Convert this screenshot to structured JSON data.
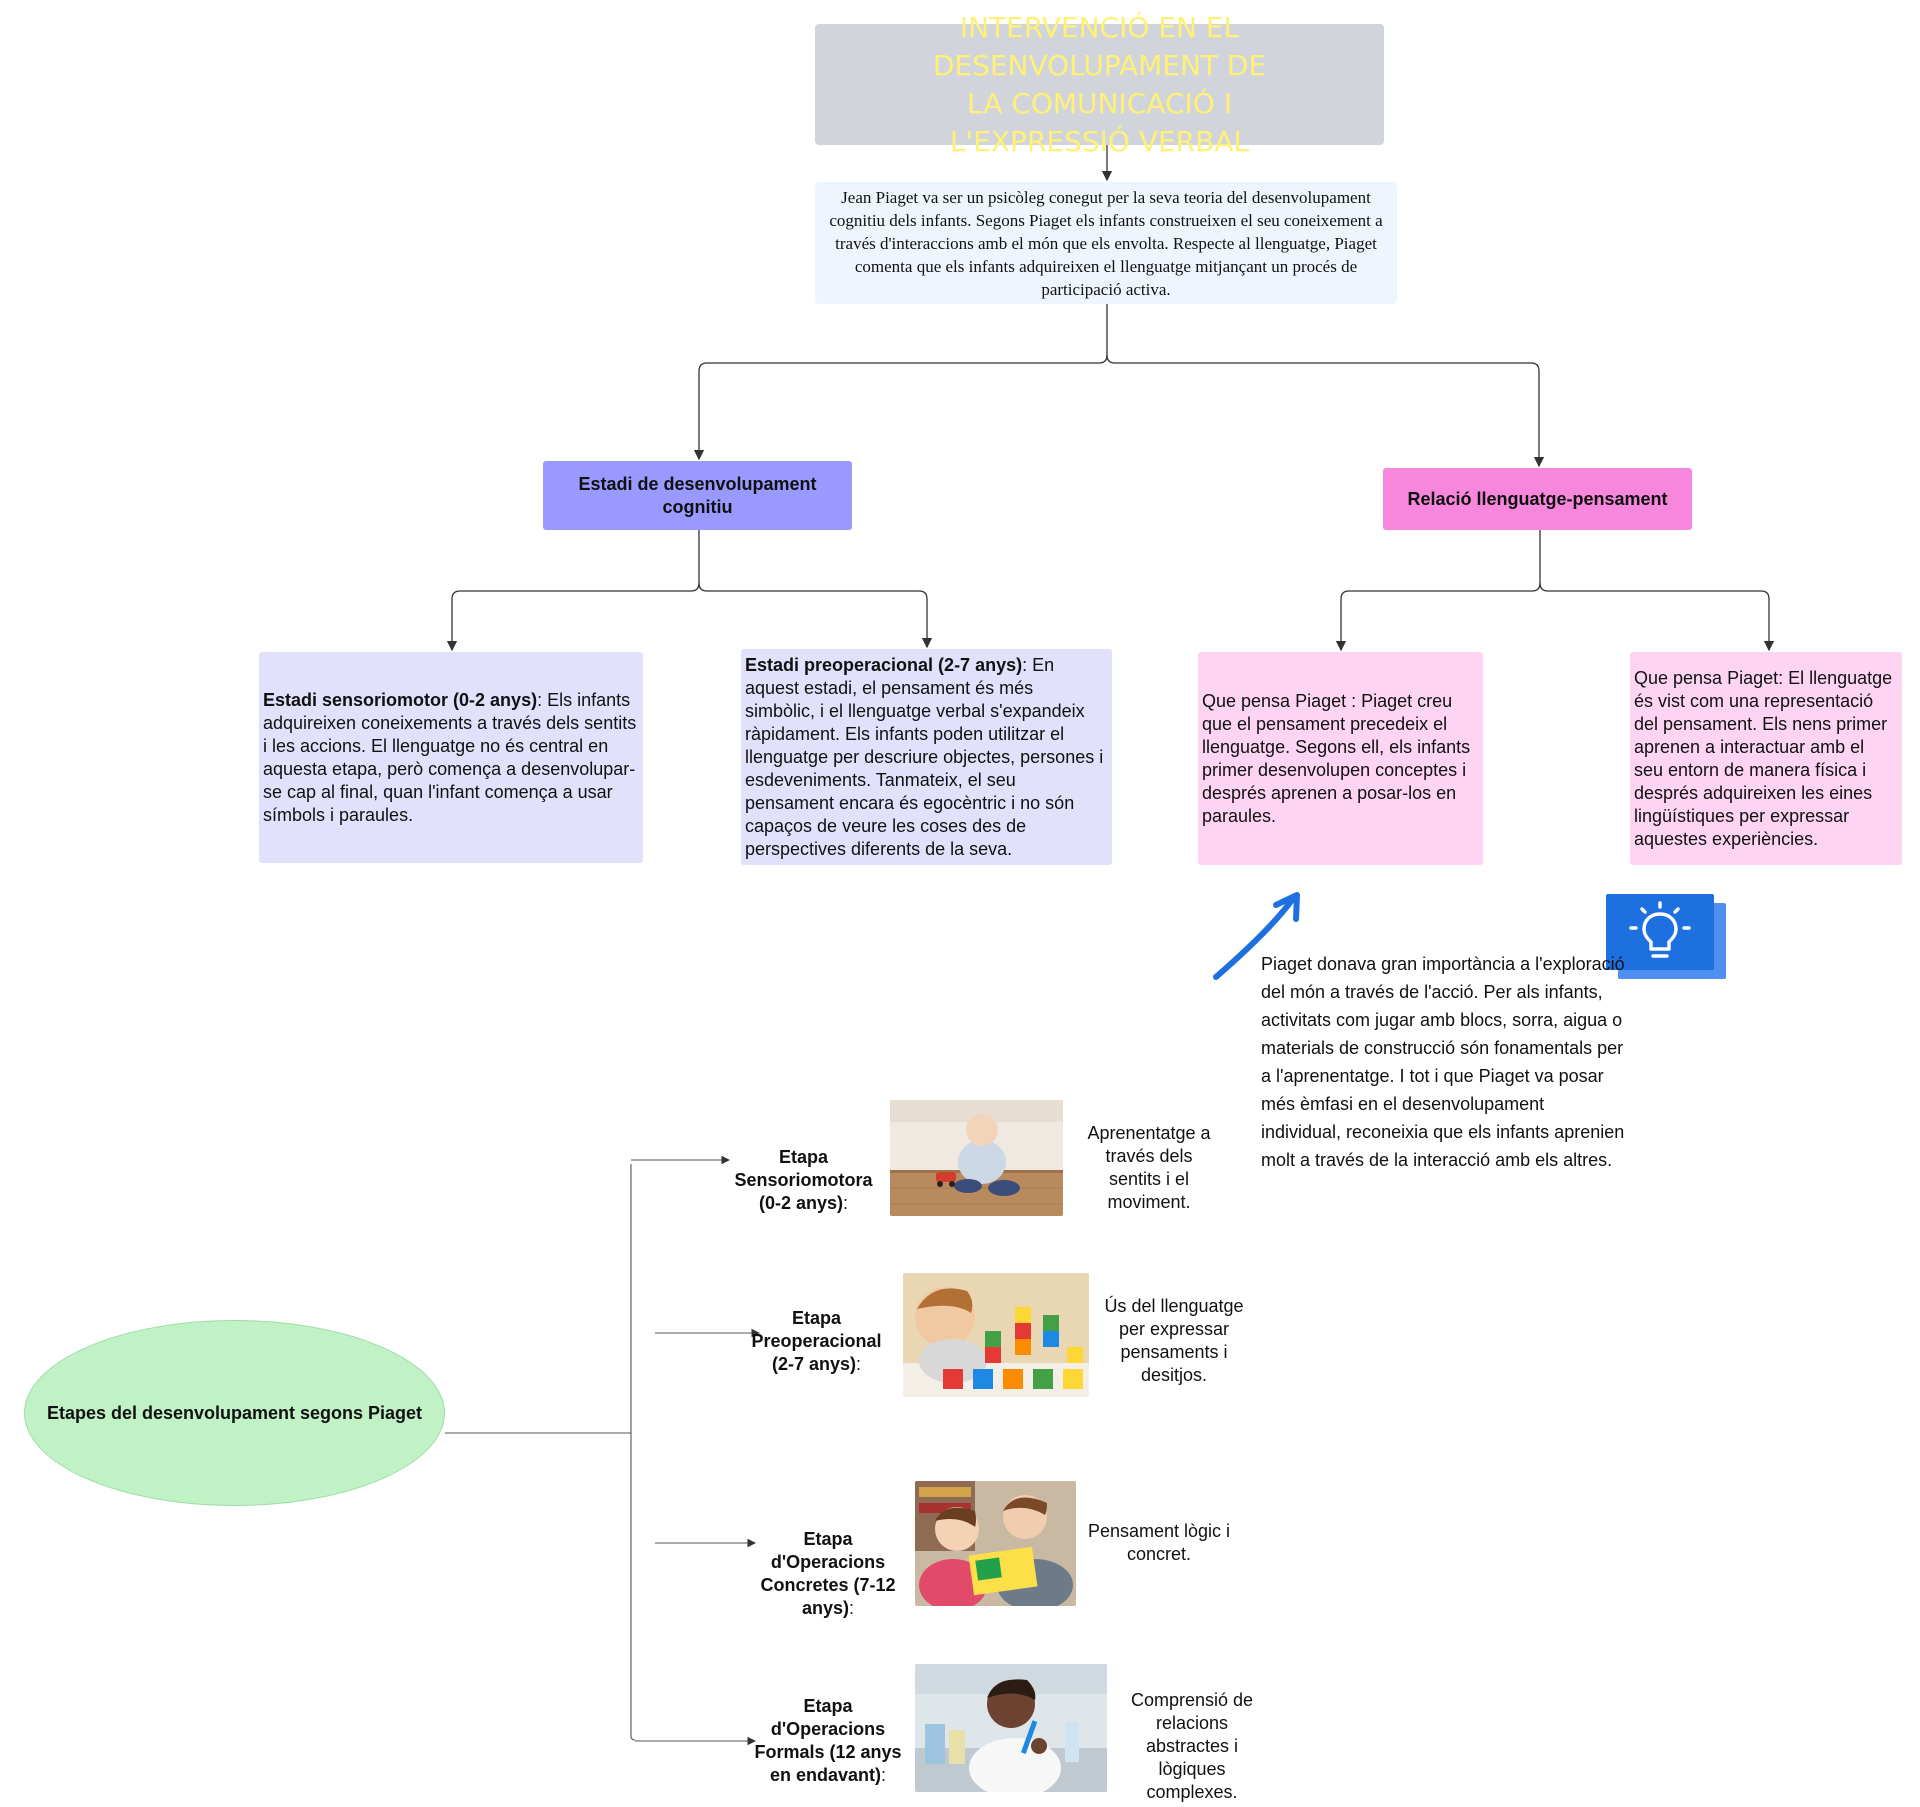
{
  "title": "INTERVENCIÓ EN EL DESENVOLUPAMENT DE\nLA COMUNICACIÓ I\nL'EXPRESSIÓ VERBAL",
  "intro": "Jean Piaget va ser un psicòleg conegut per la seva teoria del desenvolupament cognitiu dels infants. Segons Piaget  els infants construeixen el seu coneixement a través d'interaccions amb el món que els envolta. Respecte al llenguatge, Piaget comenta que els infants adquireixen el llenguatge mitjançant un procés de participació activa.",
  "branches": {
    "left_header": "Estadi de desenvolupament cognitiu",
    "right_header": "Relació llenguatge-pensament"
  },
  "cards": {
    "sensoriomotor": {
      "bold": "Estadi sensoriomotor (0-2 anys)",
      "text": ": Els infants adquireixen coneixements a través dels sentits i les accions. El llenguatge no és central en aquesta etapa, però comença a desenvolupar-se cap al final, quan l'infant comença a usar símbols i paraules."
    },
    "preoperacional": {
      "bold": "Estadi preoperacional (2-7 anys)",
      "text": ": En aquest estadi, el pensament és més simbòlic, i el llenguatge verbal s'expandeix ràpidament. Els infants poden utilitzar el llenguatge per descriure objectes, persones i esdeveniments. Tanmateix, el seu pensament encara és egocèntric i no són capaços de veure les coses des de perspectives diferents de la seva."
    },
    "piaget_1": "Que pensa Piaget : Piaget creu que el pensament precedeix el llenguatge. Segons ell, els infants primer desenvolupen conceptes i després aprenen a posar-los en paraules.",
    "piaget_2": "Que pensa Piaget: El llenguatge és vist com una representació del pensament. Els nens primer aprenen a interactuar amb el seu entorn de manera física i després adquireixen les eines lingüístiques per expressar aquestes experiències."
  },
  "note": "Piaget donava gran importància a l'exploració del món a través de l'acció. Per als infants, activitats com jugar amb blocs, sorra, aigua o materials de construcció són fonamentals per a l'aprenentatge. I tot i que Piaget va posar més èmfasi en el desenvolupament individual, reconeixia que els infants aprenien molt a través de la interacció amb els altres.",
  "icons": {
    "bulb": "lightbulb-icon",
    "arrow": "curved-arrow-icon"
  },
  "etapes": {
    "title": "Etapes del desenvolupament segons Piaget",
    "items": [
      {
        "name": "Etapa Sensoriomotora (0-2 anys)",
        "desc": "Aprenentatge a través dels sentits i el moviment."
      },
      {
        "name": "Etapa Preoperacional (2-7 anys)",
        "desc": "Ús del llenguatge per expressar pensaments i desitjos."
      },
      {
        "name": "Etapa d'Operacions Concretes (7-12 anys)",
        "desc": "Pensament lògic i concret."
      },
      {
        "name": "Etapa d'Operacions Formals (12 anys en endavant)",
        "desc": "Comprensió de relacions abstractes i lògiques complexes."
      }
    ],
    "colon": ":"
  },
  "colors": {
    "title_bg": "#d1d5db",
    "title_text": "#fff176",
    "intro_bg": "#eef5fd",
    "left_header": "#9999ff",
    "right_header": "#f786dd",
    "lavender_card": "#e1e1fb",
    "pink_card": "#fdd5f2",
    "ellipse": "#c0f2c6",
    "accent_blue": "#1e6fe0"
  }
}
